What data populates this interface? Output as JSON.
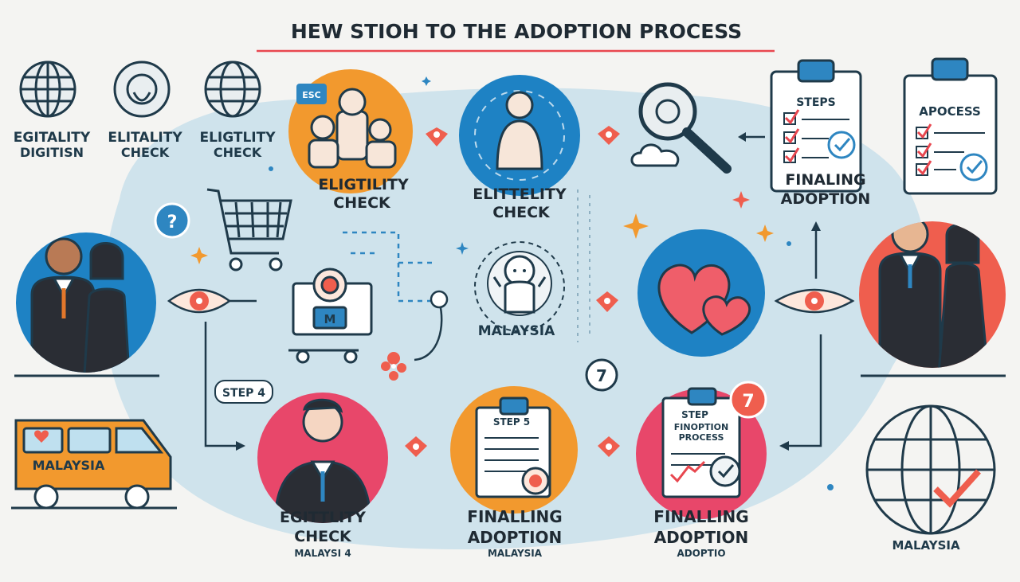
{
  "title": "HEW STIOH TO THE ADOPTION PROCESS",
  "colors": {
    "background": "#f4f4f2",
    "blob": "#cfe3ec",
    "title_underline": "#e8474f",
    "navy": "#1f3a4a",
    "blue": "#2e86c1",
    "orange": "#f2992e",
    "coral": "#ef5e4e",
    "pink": "#e8476a",
    "red": "#e8474f"
  },
  "icons": {
    "globes": [
      "globe-icon",
      "globe-icon",
      "globe-icon"
    ],
    "family": "family-icon",
    "person": "person-icon",
    "cart": "shopping-cart-icon",
    "magnifier": "magnifying-glass-icon",
    "clipboard": "clipboard-checklist-icon",
    "hearts": "hearts-icon",
    "baby": "baby-icon",
    "van": "van-icon",
    "couple": "couple-icon"
  },
  "labels": {
    "globe1": [
      "EGITALITY",
      "DIGITISN"
    ],
    "globe2": [
      "ELITALITY",
      "CHECK"
    ],
    "globe3": [
      "ELIGTLITY",
      "CHECK"
    ],
    "circle1": [
      "ELIGTILITY",
      "CHECK"
    ],
    "circle1_tag": "ESC",
    "circle2": [
      "ELITTELITY",
      "CHECK"
    ],
    "clipboard1_header": "STEPS",
    "clipboard1_caption": [
      "FINALING",
      "ADOPTION"
    ],
    "clipboard2_header": "APOCESS",
    "baby": "MALAYSIA",
    "van": "MALAYSIA",
    "step4": "STEP 4",
    "badge7a": "7",
    "badge7b": "7",
    "question": "?",
    "cart_sign": "M",
    "bottom1": [
      "EGITTLITY",
      "CHECK",
      "MALAYSI 4"
    ],
    "clip_bottom_header": "STEP 5",
    "bottom2": [
      "FINALLING",
      "ADOPTION",
      "MALAYSIA"
    ],
    "clip_bottom2_header": [
      "STEP",
      "FINOPTION",
      "PROCESS"
    ],
    "bottom3": [
      "FINALLING",
      "ADOPTION",
      "ADOPTIO"
    ],
    "globe_right": "MALAYSIA"
  }
}
